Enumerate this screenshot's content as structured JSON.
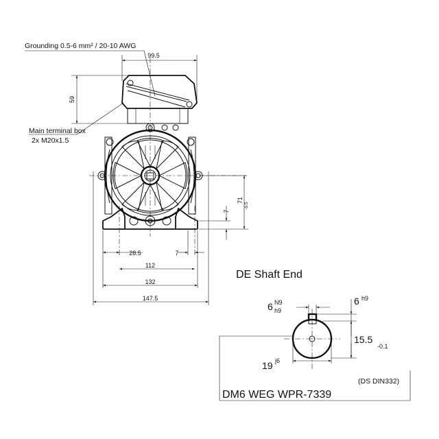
{
  "labels": {
    "grounding": "Grounding 0.5-6 mm² / 20-10 AWG",
    "terminal_box_line1": "Main terminal box",
    "terminal_box_line2": "2x M20x1.5",
    "section_title": "DE Shaft End",
    "model": "DM6 WEG WPR-7339",
    "standard": "(DS DIN332)"
  },
  "dimensions": {
    "box_width": "99.5",
    "box_height": "59",
    "shaft_height": "71",
    "shaft_height_tol": "-0.5",
    "foot_thickness": "7",
    "foot_offset": "28.5",
    "foot_hole": "7",
    "hole_spacing": "112",
    "foot_width": "132",
    "overall_width": "147.5"
  },
  "shaft_end": {
    "key_width": "6",
    "key_width_tol_upper": "N9",
    "key_width_tol_lower": "h9",
    "key_height": "6",
    "key_height_tol": "h9",
    "key_depth": "15.5",
    "key_depth_tol": "-0.1",
    "diameter": "19",
    "diameter_tol": "j6"
  }
}
